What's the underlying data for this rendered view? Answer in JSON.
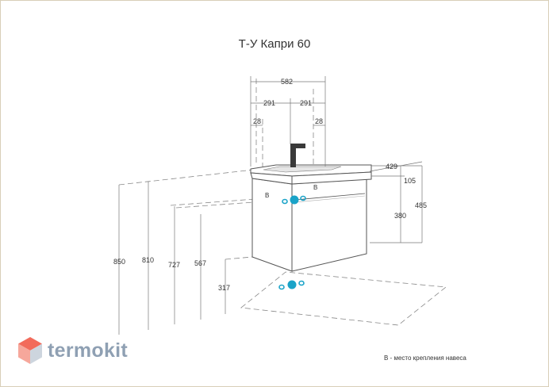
{
  "title": "Т-У Капри 60",
  "brand": {
    "name": "termokit",
    "color": "#8fa0b3"
  },
  "note": "В - место крепления навеса",
  "mount_label": "В",
  "dimensions": {
    "total_width": "582",
    "half_left": "291",
    "half_right": "291",
    "offset_left": "28",
    "offset_right": "28",
    "depth": "429",
    "basin_height": "105",
    "cabinet_height": "380",
    "total_height": "485",
    "h850": "850",
    "h810": "810",
    "h727": "727",
    "h567": "567",
    "h317": "317"
  },
  "colors": {
    "mount_point": "#1aa3c8",
    "logo_accent": "#f26b5b"
  }
}
